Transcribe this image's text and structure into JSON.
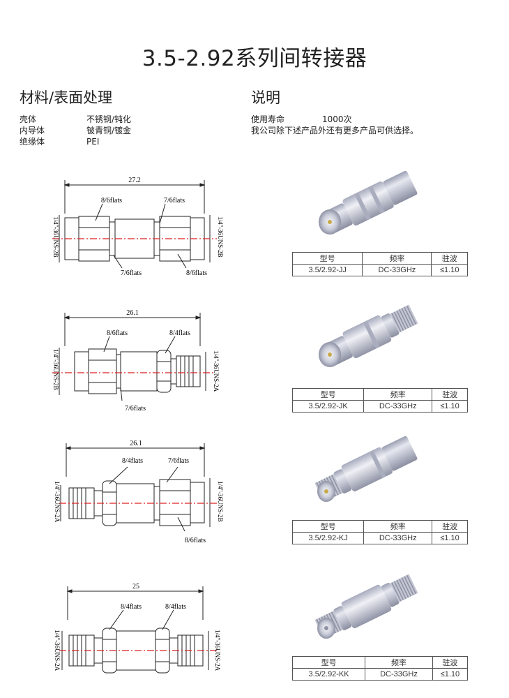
{
  "title": "3.5-2.92系列间转接器",
  "materials": {
    "heading": "材料/表面处理",
    "rows": [
      {
        "label": "壳体",
        "value": "不锈钢/钝化"
      },
      {
        "label": "内导体",
        "value": "铍青铜/镀金"
      },
      {
        "label": "绝缘体",
        "value": "PEI"
      }
    ]
  },
  "description": {
    "heading": "说明",
    "life_label": "使用寿命",
    "life_value": "1000次",
    "note": "我公司除下述产品外还有更多产品可供选择。"
  },
  "table_headers": [
    "型号",
    "频率",
    "驻波"
  ],
  "products": [
    {
      "model": "3.5/2.92-JJ",
      "freq": "DC-33GHz",
      "vswr": "≤1.10",
      "dim": "27.2",
      "labels": [
        "8/6flats",
        "7/6flats",
        "7/6flats",
        "8/6flats"
      ],
      "thread_left": "1/4\"-36UNS-2B",
      "thread_right": "1/4\"-36UNS-2B"
    },
    {
      "model": "3.5/2.92-JK",
      "freq": "DC-33GHz",
      "vswr": "≤1.10",
      "dim": "26.1",
      "labels": [
        "8/6flats",
        "8/4flats",
        "7/6flats"
      ],
      "thread_left": "1/4\"-36UNS-2B",
      "thread_right": "1/4\"-36UNS-2A"
    },
    {
      "model": "3.5/2.92-KJ",
      "freq": "DC-33GHz",
      "vswr": "≤1.10",
      "dim": "26.1",
      "labels": [
        "8/4flats",
        "7/6flats",
        "8/6flats"
      ],
      "thread_left": "1/4\"-36UNS-2A",
      "thread_right": "1/4\"-36UNS-2B"
    },
    {
      "model": "3.5/2.92-KK",
      "freq": "DC-33GHz",
      "vswr": "≤1.10",
      "dim": "25",
      "labels": [
        "8/4flats",
        "8/4flats"
      ],
      "thread_left": "1/4\"-36UNS-2A",
      "thread_right": "1/4\"-36UNS-2A"
    }
  ]
}
